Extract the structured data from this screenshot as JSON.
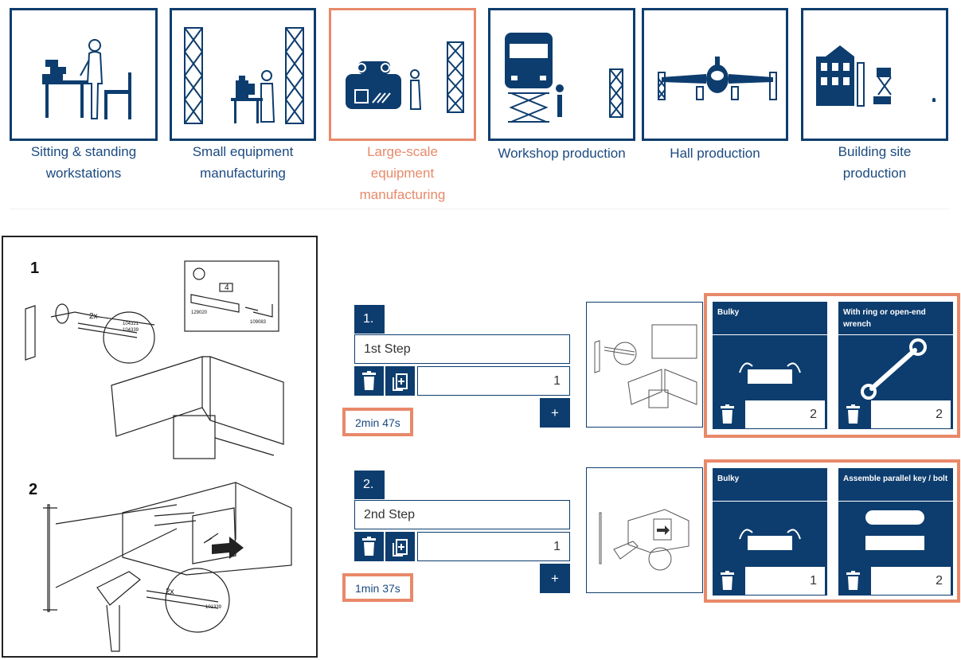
{
  "categories": [
    {
      "label_lines": [
        "Sitting & standing",
        "workstations"
      ],
      "active": false,
      "icon": "person-at-workbench-icon"
    },
    {
      "label_lines": [
        "Small equipment",
        "manufacturing"
      ],
      "active": false,
      "icon": "small-machine-icon"
    },
    {
      "label_lines": [
        "Large-scale",
        "equipment",
        "manufacturing"
      ],
      "active": true,
      "icon": "large-machine-icon"
    },
    {
      "label_lines": [
        "Workshop production"
      ],
      "active": false,
      "icon": "train-on-lift-icon"
    },
    {
      "label_lines": [
        "Hall production"
      ],
      "active": false,
      "icon": "airplane-icon"
    },
    {
      "label_lines": [
        "Building site",
        "production"
      ],
      "active": false,
      "icon": "building-icon"
    }
  ],
  "instructions": {
    "step_labels": [
      "1",
      "2"
    ],
    "inset_parts": [
      "4",
      "129020",
      "109083"
    ],
    "part_codes": [
      "2x",
      "104321",
      "104339",
      "2x",
      "101339"
    ]
  },
  "steps": [
    {
      "number": "1.",
      "name": "1st Step",
      "count": "1",
      "add_label": "+",
      "time": "2min 47s",
      "tags": [
        {
          "title": "Bulky",
          "icon": "bulky-box-icon",
          "count": "2"
        },
        {
          "title": "With ring or open-end wrench",
          "icon": "wrench-icon",
          "count": "2"
        }
      ]
    },
    {
      "number": "2.",
      "name": "2nd Step",
      "count": "1",
      "add_label": "+",
      "time": "1min 37s",
      "tags": [
        {
          "title": "Bulky",
          "icon": "bulky-box-icon",
          "count": "1"
        },
        {
          "title": "Assemble parallel key / bolt",
          "icon": "parallel-key-icon",
          "count": "2"
        }
      ]
    }
  ],
  "colors": {
    "primary": "#0d3d6e",
    "accent": "#e8896a",
    "label": "#1b4a80"
  }
}
